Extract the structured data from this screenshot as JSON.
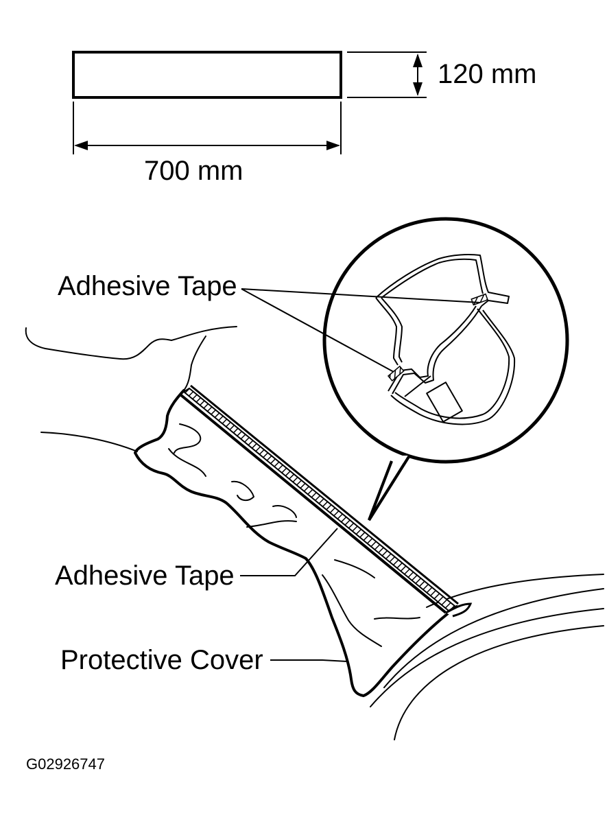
{
  "dimensions": {
    "height_label": "120 mm",
    "width_label": "700 mm"
  },
  "callouts": {
    "adhesive_tape_top": "Adhesive Tape",
    "adhesive_tape_bottom": "Adhesive Tape",
    "protective_cover": "Protective Cover"
  },
  "figure_code": "G02926747",
  "colors": {
    "ink": "#000000",
    "paper": "#ffffff"
  }
}
